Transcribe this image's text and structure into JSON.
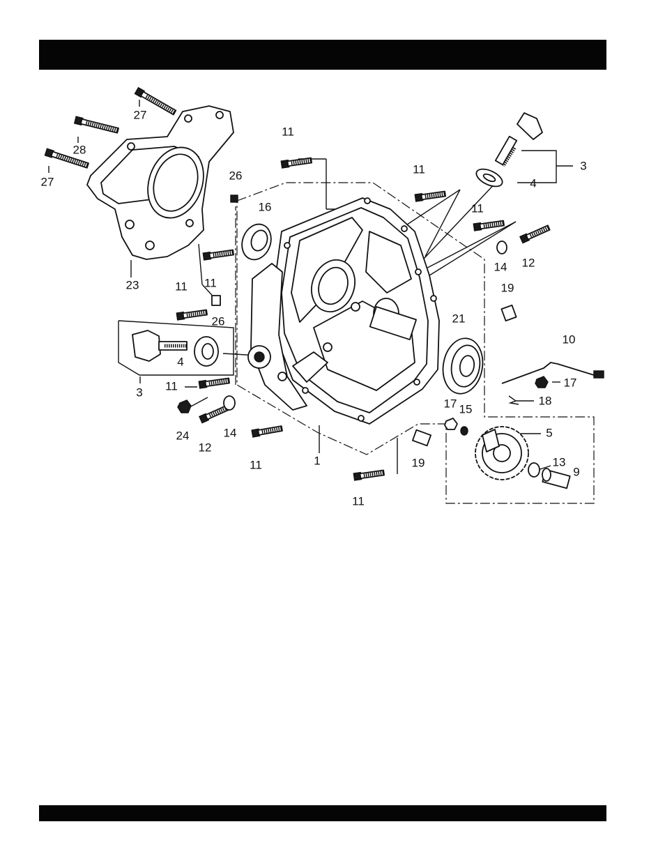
{
  "callouts": {
    "c27a": "27",
    "c28": "28",
    "c27b": "27",
    "c23": "23",
    "c26a": "26",
    "c16": "16",
    "c11a": "11",
    "c11b": "11",
    "c11c": "11",
    "c3a": "3",
    "c4a": "4",
    "c11d": "11",
    "c14a": "14",
    "c12a": "12",
    "c11e": "11",
    "c26b": "26",
    "c11f": "11",
    "c19a": "19",
    "c21": "21",
    "c10": "10",
    "c3b": "3",
    "c4b": "4",
    "c11g": "11",
    "c17a": "17",
    "c18": "18",
    "c24": "24",
    "c12b": "12",
    "c14b": "14",
    "c11h": "11",
    "c1": "1",
    "c19b": "19",
    "c17b": "17",
    "c15": "15",
    "c5": "5",
    "c13": "13",
    "c9": "9",
    "c11i": "11"
  }
}
